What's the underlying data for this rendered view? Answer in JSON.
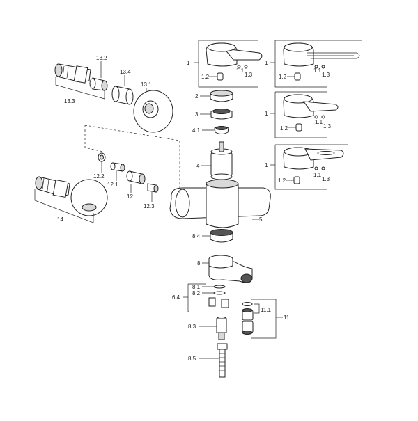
{
  "diagram": {
    "callouts": {
      "c1": "1",
      "c1_2": "1.2",
      "c1_1": "1.1",
      "c1_3": "1.3",
      "c2": "2",
      "c3": "3",
      "c4_1": "4.1",
      "c4": "4",
      "c5": "5",
      "c8_4": "8.4",
      "c8": "8",
      "c8_1": "8.1",
      "c8_2": "8.2",
      "c6_4": "6.4",
      "c8_3": "8.3",
      "c8_5": "8.5",
      "c11": "11",
      "c11_1": "11.1",
      "c12": "12",
      "c12_1": "12.1",
      "c12_2": "12.2",
      "c12_3": "12.3",
      "c13_1": "13.1",
      "c13_2": "13.2",
      "c13_3": "13.3",
      "c13_4": "13.4",
      "c14": "14"
    }
  }
}
